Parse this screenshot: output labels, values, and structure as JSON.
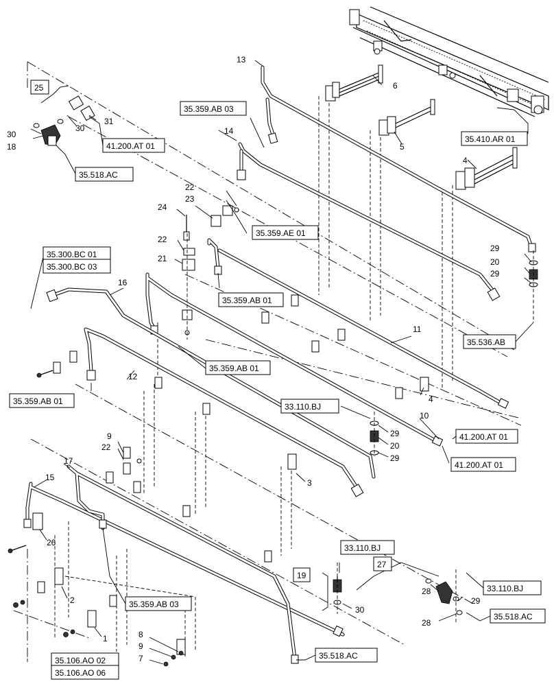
{
  "item_numbers": {
    "n1": "1",
    "n2": "2",
    "n3": "3",
    "n4a": "4",
    "n4b": "4",
    "n5": "5",
    "n6": "6",
    "n7": "7",
    "n8": "8",
    "n9a": "9",
    "n9b": "9",
    "n10": "10",
    "n11": "11",
    "n12": "12",
    "n13": "13",
    "n14": "14",
    "n15": "15",
    "n16": "16",
    "n17": "17",
    "n18": "18",
    "n19": "19",
    "n20a": "20",
    "n20b": "20",
    "n21": "21",
    "n22a": "22",
    "n22b": "22",
    "n22c": "22",
    "n23": "23",
    "n24": "24",
    "n25": "25",
    "n26": "26",
    "n27": "27",
    "n28a": "28",
    "n28b": "28",
    "n29a": "29",
    "n29b": "29",
    "n29c": "29",
    "n29d": "29",
    "n29e": "29",
    "n30a": "30",
    "n30b": "30",
    "n30c": "30",
    "n31": "31"
  },
  "references": {
    "r_35_410_AR_01": "35.410.AR 01",
    "r_41_200_AT_01_a": "41.200.AT 01",
    "r_35_518_AC_a": "35.518.AC",
    "r_35_359_AB_03_a": "35.359.AB 03",
    "r_35_359_AE_01": "35.359.AE 01",
    "r_35_300_BC_01": "35.300.BC 01",
    "r_35_300_BC_03": "35.300.BC 03",
    "r_35_359_AB_01_a": "35.359.AB 01",
    "r_35_359_AB_01_b": "35.359.AB 01",
    "r_35_359_AB_01_c": "35.359.AB 01",
    "r_35_536_AB": "35.536.AB",
    "r_33_110_BJ_a": "33.110.BJ",
    "r_41_200_AT_01_b": "41.200.AT 01",
    "r_41_200_AT_01_c": "41.200.AT 01",
    "r_33_110_BJ_b": "33.110.BJ",
    "r_33_110_BJ_c": "33.110.BJ",
    "r_35_518_AC_b": "35.518.AC",
    "r_35_359_AB_03_b": "35.359.AB 03",
    "r_35_106_AO_02": "35.106.AO 02",
    "r_35_106_AO_06": "35.106.AO 06",
    "r_35_518_AC_c": "35.518.AC"
  }
}
